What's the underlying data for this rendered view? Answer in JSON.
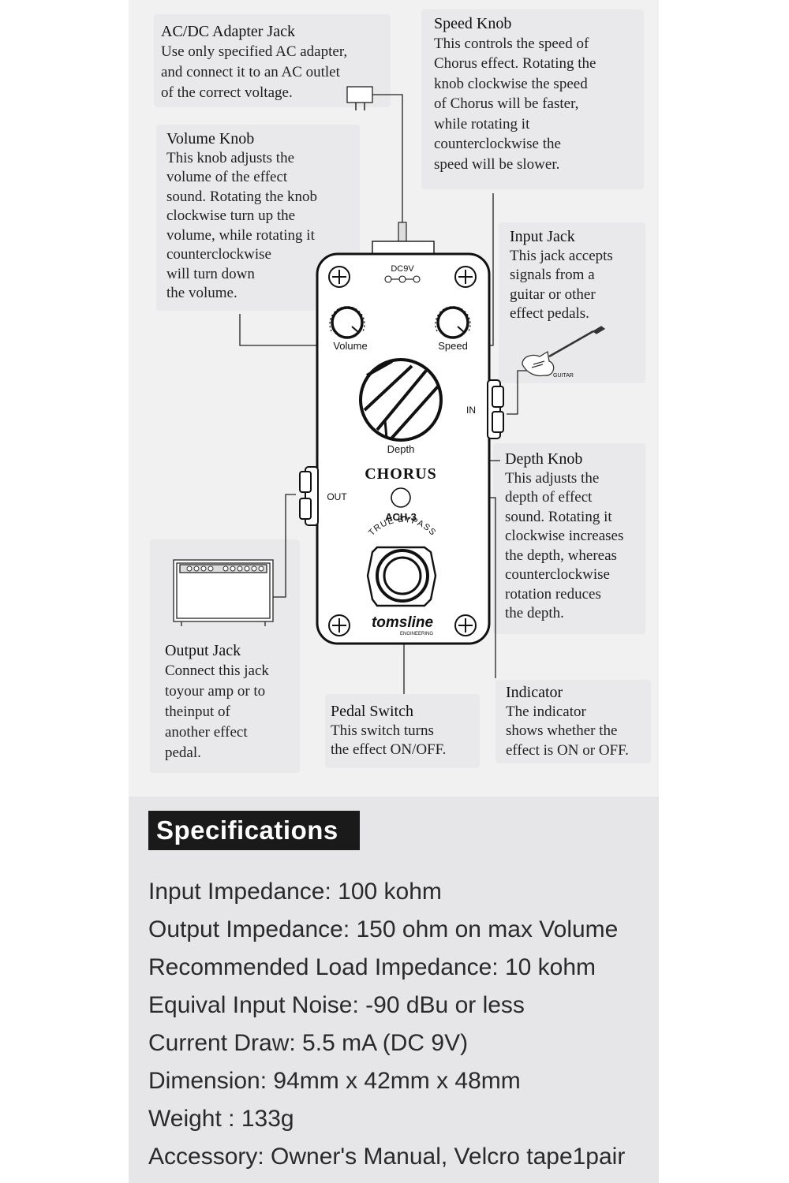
{
  "callouts": {
    "adapter_jack": {
      "title": "AC/DC Adapter Jack",
      "body": "Use only specified AC adapter,\nand connect it to an AC outlet\nof the correct voltage."
    },
    "speed_knob": {
      "title": "Speed Knob",
      "body": "This controls the speed of\nChorus effect. Rotating the\nknob clockwise the speed\nof Chorus will be faster,\nwhile rotating it\ncounterclockwise the\nspeed will be slower."
    },
    "volume_knob": {
      "title": "Volume Knob",
      "body": "This knob adjusts the\nvolume of the effect\nsound. Rotating the knob\nclockwise turn up the\nvolume, while rotating it\ncounterclockwise\nwill turn down\nthe volume."
    },
    "input_jack": {
      "title": "Input Jack",
      "body": "This jack accepts\nsignals from a\nguitar or other\neffect pedals."
    },
    "depth_knob": {
      "title": "Depth Knob",
      "body": "This adjusts the\ndepth of effect\nsound. Rotating it\nclockwise increases\nthe depth, whereas\ncounterclockwise\nrotation reduces\nthe depth."
    },
    "output_jack": {
      "title": "Output Jack",
      "body": "Connect this jack\ntoyour amp or to\ntheinput of\nanother effect\npedal."
    },
    "pedal_switch": {
      "title": "Pedal Switch",
      "body": "This switch turns\nthe effect ON/OFF."
    },
    "indicator": {
      "title": "Indicator",
      "body": "The indicator\nshows whether the\neffect is ON or OFF."
    }
  },
  "pedal": {
    "power_label": "DC9V",
    "volume_label": "Volume",
    "speed_label": "Speed",
    "depth_label": "Depth",
    "model_name": "CHORUS",
    "model_code": "ACH-3",
    "bypass_label": "TRUE BYPASS",
    "in_label": "IN",
    "out_label": "OUT",
    "brand_logo": "tomsline",
    "brand_sub": "ENGINEERING",
    "guitar_label": "GUITAR"
  },
  "specifications": {
    "header": "Specifications",
    "items": [
      "Input Impedance: 100 kohm",
      "Output Impedance: 150 ohm on max Volume",
      "Recommended Load Impedance: 10 kohm",
      "Equival Input Noise: -90 dBu or less",
      "Current Draw: 5.5 mA (DC 9V)",
      "Dimension:  94mm x 42mm x 48mm",
      "Weight : 133g",
      "Accessory: Owner's Manual, Velcro tape1pair"
    ]
  }
}
